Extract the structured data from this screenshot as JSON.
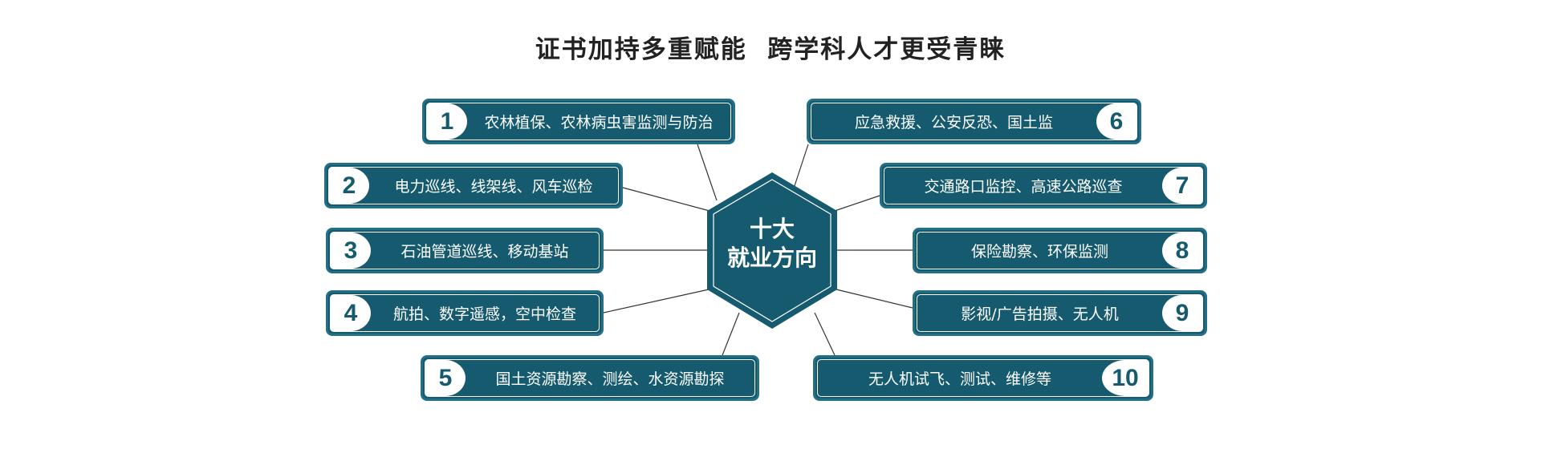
{
  "title": "证书加持多重赋能  跨学科人才更受青睐",
  "center": {
    "line1": "十大",
    "line2": "就业方向"
  },
  "items": [
    {
      "num": "1",
      "text": "农林植保、农林病虫害监测与防治"
    },
    {
      "num": "2",
      "text": "电力巡线、线架线、风车巡检"
    },
    {
      "num": "3",
      "text": "石油管道巡线、移动基站"
    },
    {
      "num": "4",
      "text": "航拍、数字遥感，空中检查"
    },
    {
      "num": "5",
      "text": "国土资源勘察、测绘、水资源勘探"
    },
    {
      "num": "6",
      "text": "应急救援、公安反恐、国土监"
    },
    {
      "num": "7",
      "text": "交通路口监控、高速公路巡查"
    },
    {
      "num": "8",
      "text": "保险勘察、环保监测"
    },
    {
      "num": "9",
      "text": "影视/广告拍摄、无人机"
    },
    {
      "num": "10",
      "text": "无人机试飞、测试、维修等"
    }
  ],
  "colors": {
    "primary": "#155a6e",
    "border": "#236f86"
  }
}
